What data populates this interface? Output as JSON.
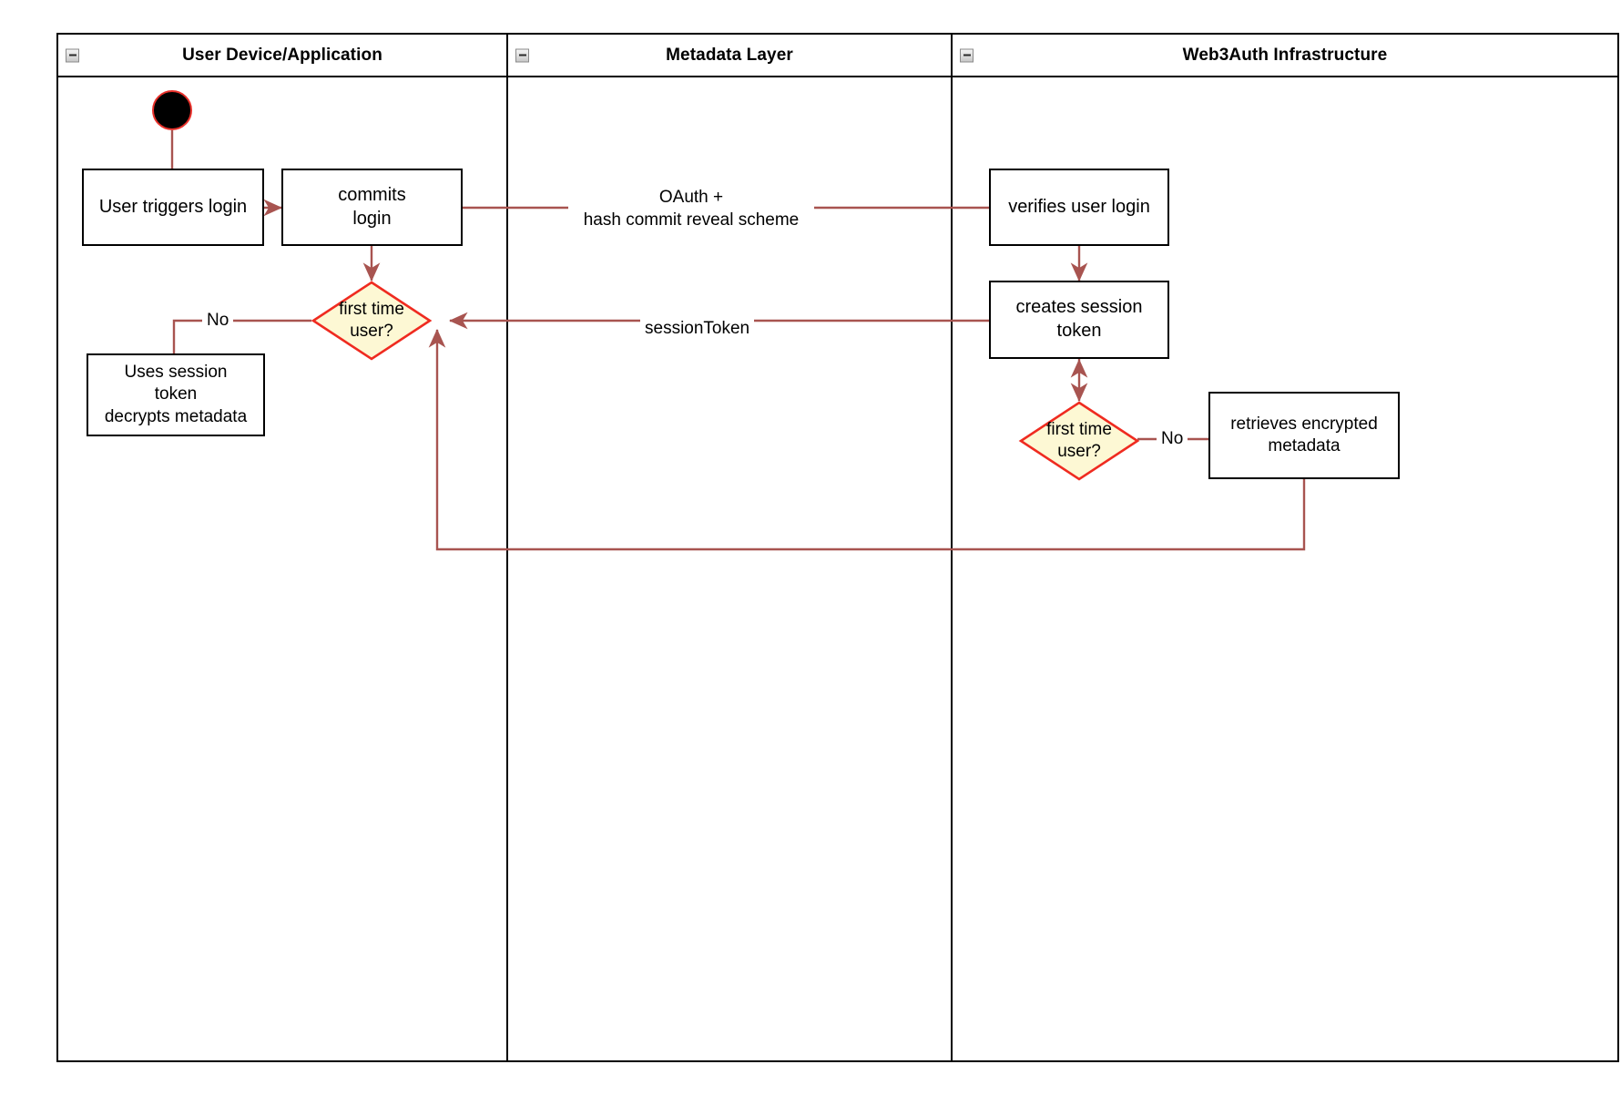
{
  "diagram": {
    "type": "activity-swimlane",
    "lanes": [
      {
        "title": "User Device/Application",
        "collapse_icon": "collapse-minus-icon"
      },
      {
        "title": "Metadata Layer",
        "collapse_icon": "collapse-minus-icon"
      },
      {
        "title": "Web3Auth Infrastructure",
        "collapse_icon": "collapse-minus-icon"
      }
    ],
    "nodes": [
      {
        "id": "start",
        "kind": "initial-node",
        "label": ""
      },
      {
        "id": "user-triggers-login",
        "kind": "activity",
        "label": "User triggers login"
      },
      {
        "id": "commits-login",
        "kind": "activity",
        "label": "commits\nlogin"
      },
      {
        "id": "first-time-user-left",
        "kind": "decision",
        "label": "first time\nuser?"
      },
      {
        "id": "uses-session-token",
        "kind": "activity",
        "label": "Uses session\ntoken\ndecrypts metadata"
      },
      {
        "id": "verifies-user-login",
        "kind": "activity",
        "label": "verifies user login"
      },
      {
        "id": "creates-session-token",
        "kind": "activity",
        "label": "creates session\ntoken"
      },
      {
        "id": "first-time-user-right",
        "kind": "decision",
        "label": "first time\nuser?"
      },
      {
        "id": "retrieves-encrypted-metadata",
        "kind": "activity",
        "label": "retrieves encrypted\nmetadata"
      }
    ],
    "edge_labels": {
      "oauth": "OAuth +\nhash commit reveal scheme",
      "oauth_line1": "OAuth +",
      "oauth_line2": "hash commit reveal scheme",
      "session_token": "sessionToken",
      "no_left": "No",
      "no_right": "No"
    },
    "colors": {
      "connector": "#a85450",
      "decision_fill": "#fdf8d4",
      "decision_stroke": "#ef2b20",
      "node_stroke": "#000000",
      "start_fill": "#000000",
      "start_stroke": "#e8312b",
      "lane_border": "#000000",
      "background": "#ffffff"
    }
  }
}
